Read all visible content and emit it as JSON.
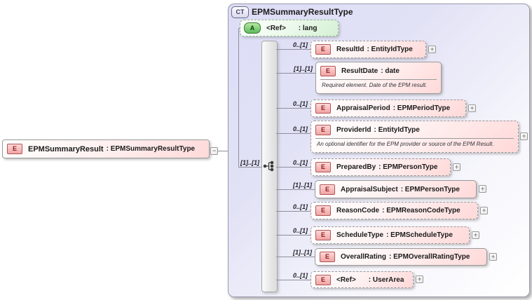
{
  "badges": {
    "element": "E",
    "attribute": "A",
    "complex_type": "CT",
    "expand": "+",
    "collapse": "−"
  },
  "root_element": {
    "name": "EPMSummaryResult",
    "type": ": EPMSummaryResultType"
  },
  "complex_type": {
    "title": "EPMSummaryResultType",
    "attribute": {
      "name": "<Ref>",
      "type": ": lang"
    },
    "sequence_cardinality": "[1]..[1]",
    "children": [
      {
        "name": "ResultId",
        "type": ": EntityIdType",
        "cardinality": "0..[1]",
        "optional": true,
        "annotation": ""
      },
      {
        "name": "ResultDate",
        "type": ": date",
        "cardinality": "[1]..[1]",
        "optional": false,
        "annotation": "Required element. Date of the EPM result."
      },
      {
        "name": "AppraisalPeriod",
        "type": ": EPMPeriodType",
        "cardinality": "0..[1]",
        "optional": true,
        "annotation": ""
      },
      {
        "name": "ProviderId",
        "type": ": EntityIdType",
        "cardinality": "0..[1]",
        "optional": true,
        "annotation": "An optional identifier for the EPM provider or source of the EPM Result."
      },
      {
        "name": "PreparedBy",
        "type": ": EPMPersonType",
        "cardinality": "0..[1]",
        "optional": true,
        "annotation": ""
      },
      {
        "name": "AppraisalSubject",
        "type": ": EPMPersonType",
        "cardinality": "[1]..[1]",
        "optional": false,
        "annotation": ""
      },
      {
        "name": "ReasonCode",
        "type": ": EPMReasonCodeType",
        "cardinality": "0..[1]",
        "optional": true,
        "annotation": ""
      },
      {
        "name": "ScheduleType",
        "type": ": EPMScheduleType",
        "cardinality": "0..[1]",
        "optional": true,
        "annotation": ""
      },
      {
        "name": "OverallRating",
        "type": ": EPMOverallRatingType",
        "cardinality": "[1]..[1]",
        "optional": false,
        "annotation": ""
      },
      {
        "name": "<Ref>",
        "type": ": UserArea",
        "cardinality": "0..[1]",
        "optional": true,
        "annotation": ""
      }
    ]
  },
  "colors": {
    "element_fill": "#FFD9D9",
    "element_border": "#9A9A9A",
    "attribute_fill": "#D4F0D4",
    "attribute_badge": "#5CBB5C",
    "container_fill": "#DCDCF6",
    "container_border": "#9A9AAC",
    "element_badge_border": "#B25555",
    "line": "#8F8F9B"
  }
}
